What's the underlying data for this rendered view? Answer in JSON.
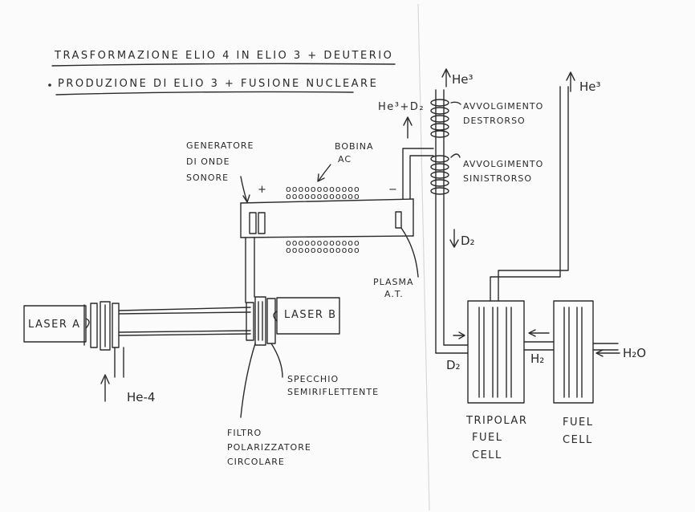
{
  "title_line_1": "TRASFORMAZIONE  ELIO 4  IN   ELIO 3 + DEUTERIO",
  "title_line_2": "PRODUZIONE  DI  ELIO 3  + FUSIONE  NUCLEARE",
  "labels": {
    "laser_a": "LASER A",
    "laser_b": "LASER B",
    "he4": "He-4",
    "generatore_1": "GENERATORE",
    "generatore_2": "DI  ONDE",
    "generatore_3": "SONORE",
    "bobina_1": "BOBINA",
    "bobina_2": "AC",
    "plasma_1": "PLASMA",
    "plasma_2": "A.T.",
    "plus": "+",
    "minus": "−",
    "he3_d2": "He³+D₂",
    "he3_left": "He³",
    "he3_right": "He³",
    "avv_destro_1": "AVVOLGIMENTO",
    "avv_destro_2": "DESTRORSO",
    "avv_sinistro_1": "AVVOLGIMENTO",
    "avv_sinistro_2": "SINISTRORSO",
    "d2_down": "D₂",
    "d2_bottom": "D₂",
    "h2": "H₂",
    "h2o": "H₂O",
    "specchio_1": "SPECCHIO",
    "specchio_2": "SEMIRIFLETTENTE",
    "filtro_1": "FILTRO",
    "filtro_2": "POLARIZZATORE",
    "filtro_3": "CIRCOLARE",
    "tripolar_1": "TRIPOLAR",
    "tripolar_2": "FUEL",
    "tripolar_3": "CELL",
    "fuelcell_1": "FUEL",
    "fuelcell_2": "CELL"
  },
  "colors": {
    "ink": "#2b2b2b",
    "paper": "#fbfbfb"
  }
}
